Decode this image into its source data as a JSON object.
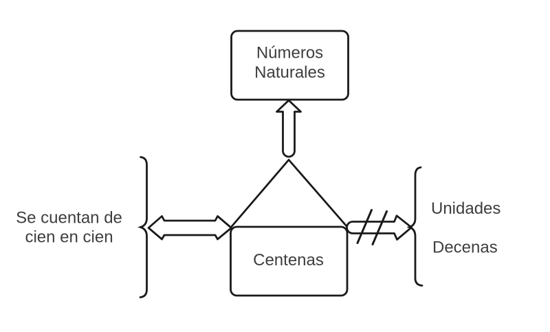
{
  "diagram": {
    "background": "#ffffff",
    "stroke_color": "#1a1a1a",
    "text_color": "#3e3e3e",
    "top_box": {
      "line1": "Números",
      "line2": "Naturales"
    },
    "center_box": {
      "label": "Centenas"
    },
    "left_note": {
      "line1": "Se cuentan de",
      "line2": "cien en cien"
    },
    "right_group": {
      "item1": "Unidades",
      "item2": "Decenas"
    }
  }
}
